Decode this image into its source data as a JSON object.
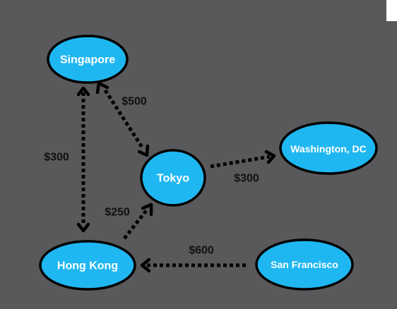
{
  "nodes": {
    "singapore": {
      "label": "Singapore"
    },
    "tokyo": {
      "label": "Tokyo"
    },
    "washington": {
      "label": "Washington, DC"
    },
    "hongkong": {
      "label": "Hong Kong"
    },
    "sanfrancisco": {
      "label": "San Francisco"
    }
  },
  "edges": {
    "singapore_tokyo": {
      "from": "Singapore",
      "to": "Tokyo",
      "label": "$500",
      "direction": "both"
    },
    "singapore_hongkong": {
      "from": "Singapore",
      "to": "Hong Kong",
      "label": "$300",
      "direction": "both"
    },
    "tokyo_washington": {
      "from": "Tokyo",
      "to": "Washington, DC",
      "label": "$300",
      "direction": "forward"
    },
    "hongkong_tokyo": {
      "from": "Hong Kong",
      "to": "Tokyo",
      "label": "$250",
      "direction": "forward"
    },
    "sanfrancisco_hongkong": {
      "from": "San Francisco",
      "to": "Hong Kong",
      "label": "$600",
      "direction": "forward"
    }
  },
  "colors": {
    "background": "#59595b",
    "node_fill": "#1fb7f2",
    "node_stroke": "#000000",
    "edge": "#000000",
    "node_text": "#ffffff"
  }
}
